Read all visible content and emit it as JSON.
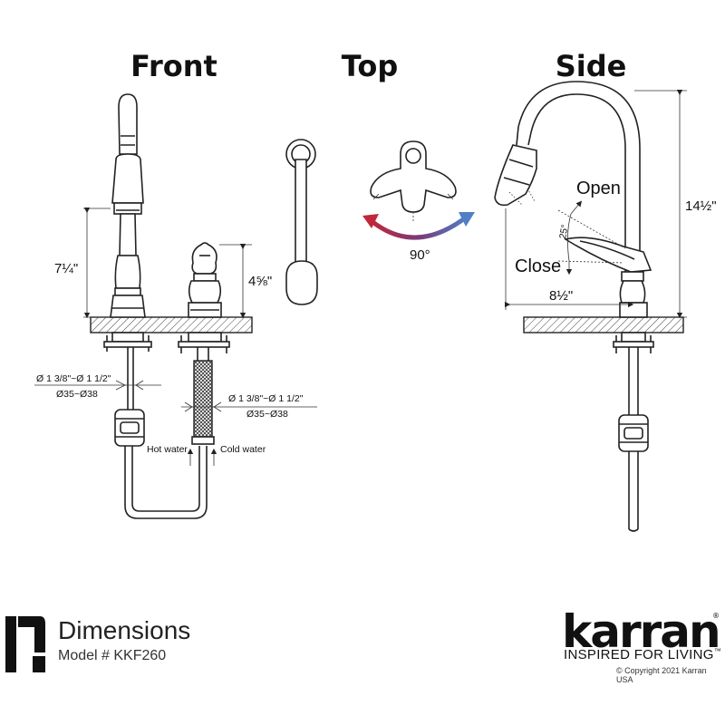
{
  "views": {
    "front": "Front",
    "top": "Top",
    "side": "Side"
  },
  "front": {
    "spout_height": "7¼\"",
    "handle_height": "4⅝\"",
    "hole1_imperial": "Ø 1 3/8\"~Ø 1 1/2\"",
    "hole1_metric": "Ø35~Ø38",
    "hole2_imperial": "Ø 1 3/8\"~Ø 1 1/2\"",
    "hole2_metric": "Ø35~Ø38",
    "hot_water": "Hot water",
    "cold_water": "Cold water"
  },
  "top": {
    "rotation": "90°"
  },
  "side": {
    "total_height": "14½\"",
    "reach": "8½\"",
    "open": "Open",
    "close": "Close",
    "handle_angle": "25°"
  },
  "footer": {
    "title": "Dimensions",
    "model": "Model # KKF260",
    "brand": "karran",
    "tagline": "INSPIRED FOR LIVING",
    "trademark": "™",
    "copyright": "© Copyright 2021 Karran USA"
  },
  "colors": {
    "arrow_hot": "#c0283a",
    "arrow_cold": "#4f7fc4",
    "line": "#222222"
  }
}
